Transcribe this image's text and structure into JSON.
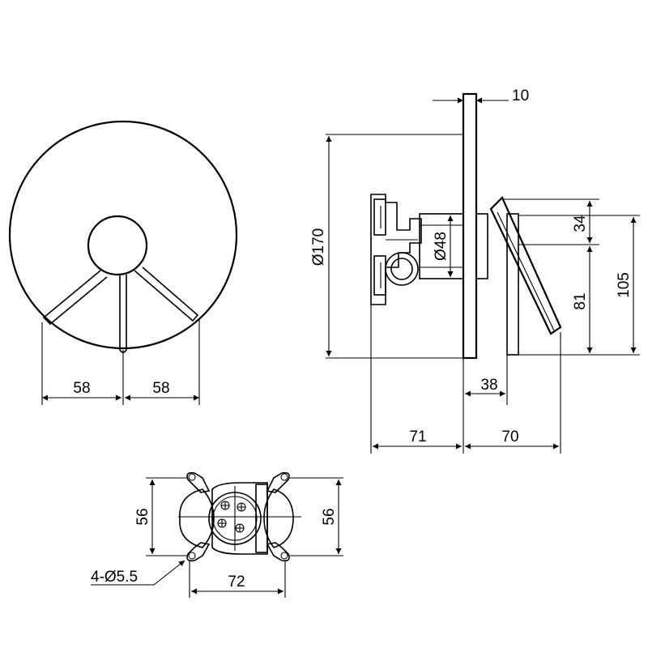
{
  "dimensions": {
    "front_left_width": "58",
    "front_right_width": "58",
    "plate_thickness": "10",
    "plate_diameter": "Ø170",
    "body_diameter": "Ø48",
    "handle_top": "34",
    "handle_height": "81",
    "total_height": "105",
    "handle_offset": "38",
    "rear_depth": "71",
    "front_depth": "70",
    "bracket_height_left": "56",
    "bracket_height_right": "56",
    "bracket_width": "72",
    "mounting_holes": "4-Ø5.5"
  },
  "colors": {
    "line": "#000000",
    "background": "#ffffff"
  }
}
